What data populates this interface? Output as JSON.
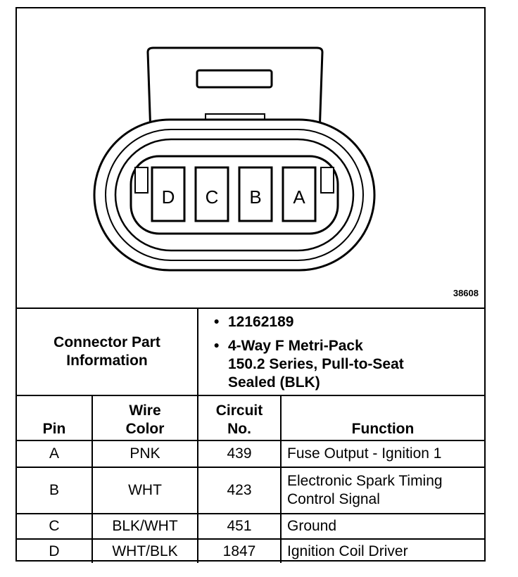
{
  "diagram": {
    "figure_id": "38608",
    "pins": [
      "D",
      "C",
      "B",
      "A"
    ]
  },
  "connector_info": {
    "label_line1": "Connector Part",
    "label_line2": "Information",
    "items": [
      {
        "lines": [
          "12162189"
        ]
      },
      {
        "lines": [
          "4-Way F Metri-Pack",
          "150.2 Series, Pull-to-Seat",
          "Sealed (BLK)"
        ]
      }
    ]
  },
  "table": {
    "headers": {
      "pin": "Pin",
      "wire_color_1": "Wire",
      "wire_color_2": "Color",
      "circuit_1": "Circuit",
      "circuit_2": "No.",
      "function": "Function"
    },
    "rows": [
      {
        "pin": "A",
        "color": "PNK",
        "circuit": "439",
        "function_lines": [
          "Fuse Output - Ignition 1"
        ]
      },
      {
        "pin": "B",
        "color": "WHT",
        "circuit": "423",
        "function_lines": [
          "Electronic Spark Timing",
          "Control Signal"
        ]
      },
      {
        "pin": "C",
        "color": "BLK/WHT",
        "circuit": "451",
        "function_lines": [
          "Ground"
        ]
      },
      {
        "pin": "D",
        "color": "WHT/BLK",
        "circuit": "1847",
        "function_lines": [
          "Ignition Coil Driver"
        ]
      }
    ]
  }
}
